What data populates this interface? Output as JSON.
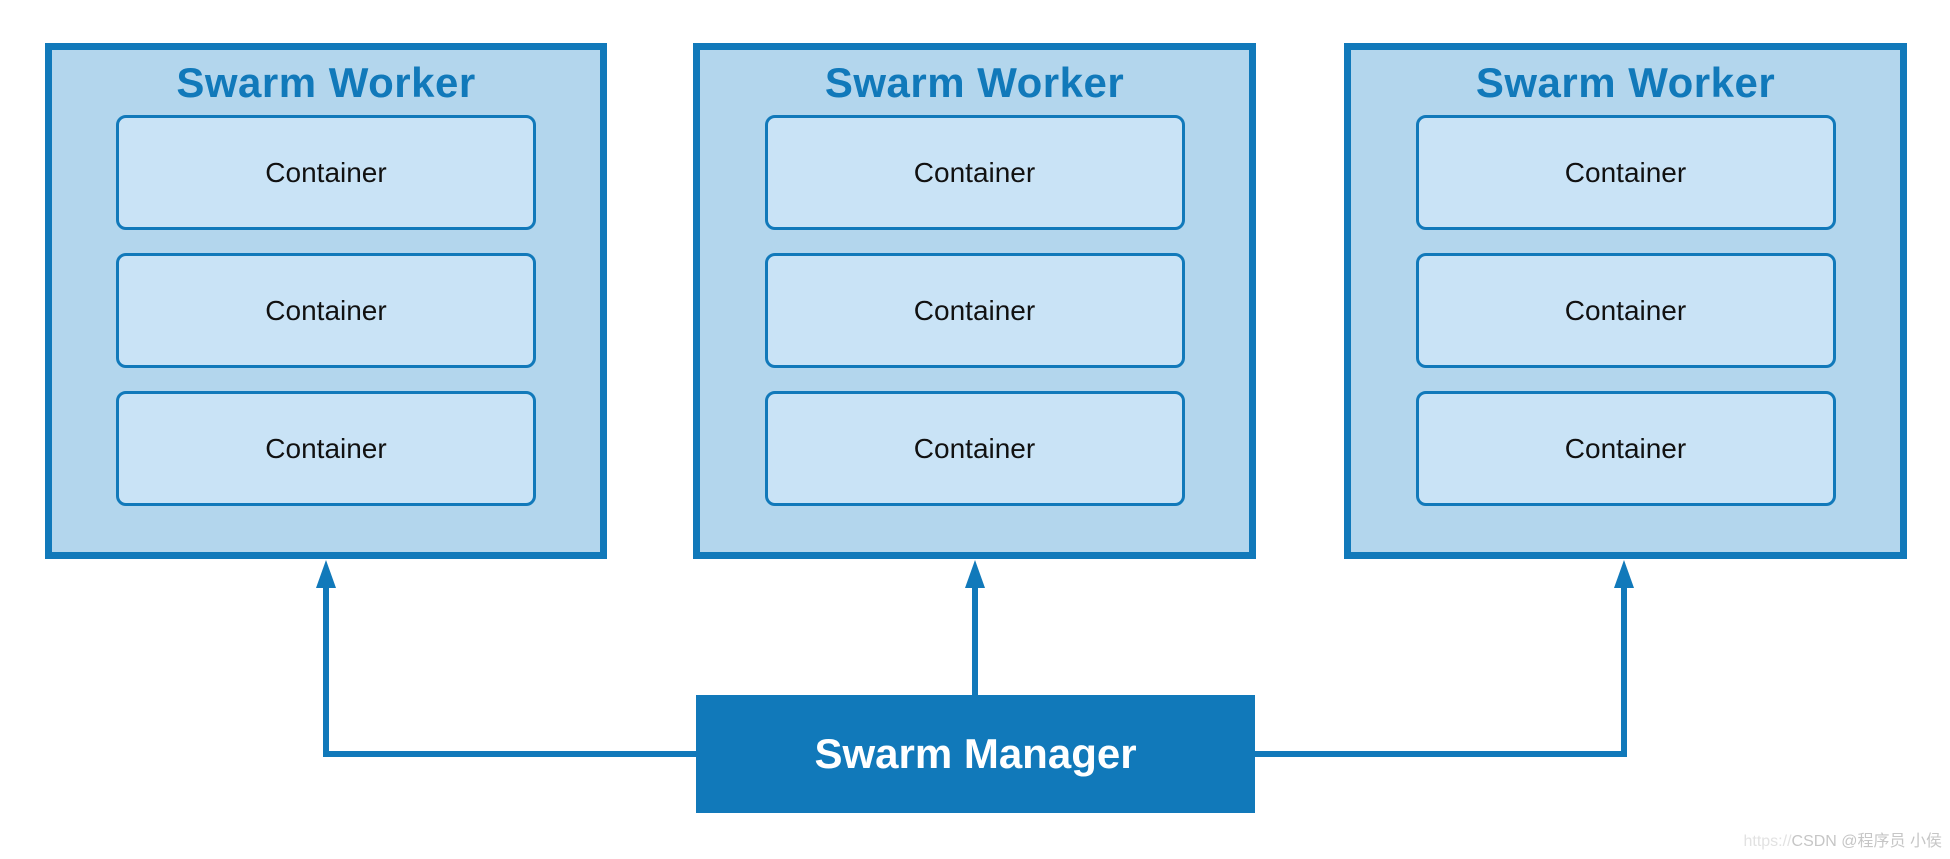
{
  "colors": {
    "accent": "#1179ba",
    "worker_fill": "#b3d6ed",
    "container_fill": "#c9e3f6",
    "container_text": "#111111",
    "manager_text": "#ffffff",
    "background": "#ffffff",
    "watermark_prefix": "#e2e2e2",
    "watermark_main": "#c6c6c6"
  },
  "diagram": {
    "workers": [
      {
        "title": "Swarm Worker",
        "containers": [
          "Container",
          "Container",
          "Container"
        ]
      },
      {
        "title": "Swarm Worker",
        "containers": [
          "Container",
          "Container",
          "Container"
        ]
      },
      {
        "title": "Swarm Worker",
        "containers": [
          "Container",
          "Container",
          "Container"
        ]
      }
    ],
    "manager": {
      "label": "Swarm Manager"
    }
  },
  "watermark": {
    "prefix": "https://",
    "label": "CSDN @程序员 小侯"
  }
}
